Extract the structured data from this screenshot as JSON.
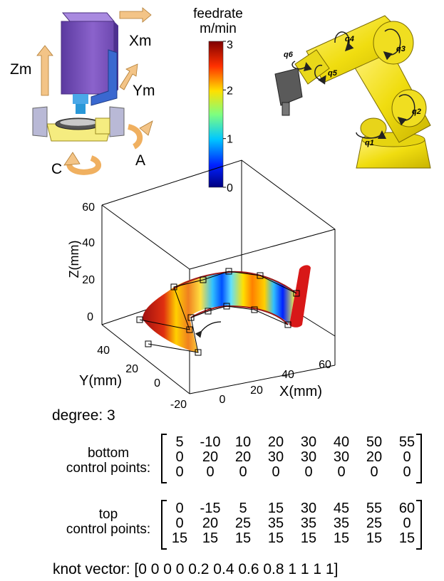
{
  "machine_tool": {
    "axis_labels": {
      "xm": "Xm",
      "ym": "Ym",
      "zm": "Zm",
      "c": "C",
      "a": "A"
    }
  },
  "robot": {
    "joint_labels": [
      "q1",
      "q2",
      "q3",
      "q4",
      "q5",
      "q6"
    ]
  },
  "colorbar": {
    "title_line1": "feedrate",
    "title_line2": "m/min",
    "ticks": [
      "3",
      "2",
      "1",
      "0"
    ],
    "range": [
      0,
      3
    ]
  },
  "plot3d": {
    "z_axis_label": "Z(mm)",
    "y_axis_label": "Y(mm)",
    "x_axis_label": "X(mm)",
    "z_ticks": [
      "60",
      "40",
      "20",
      "0"
    ],
    "y_ticks": [
      "40",
      "20",
      "0",
      "-20"
    ],
    "x_ticks": [
      "0",
      "20",
      "40",
      "60"
    ]
  },
  "spline": {
    "degree_text": "degree: 3",
    "bottom_label_line1": "bottom",
    "bottom_label_line2": "control points:",
    "bottom_rows": [
      [
        "5",
        "-10",
        "10",
        "20",
        "30",
        "40",
        "50",
        "55"
      ],
      [
        "0",
        "20",
        "20",
        "30",
        "30",
        "30",
        "20",
        "0"
      ],
      [
        "0",
        "0",
        "0",
        "0",
        "0",
        "0",
        "0",
        "0"
      ]
    ],
    "top_label_line1": "top",
    "top_label_line2": "control points:",
    "top_rows": [
      [
        "0",
        "-15",
        "5",
        "15",
        "30",
        "45",
        "55",
        "60"
      ],
      [
        "0",
        "20",
        "25",
        "35",
        "35",
        "35",
        "25",
        "0"
      ],
      [
        "15",
        "15",
        "15",
        "15",
        "15",
        "15",
        "15",
        "15"
      ]
    ],
    "knot_text": "knot vector: [0 0 0 0 0.2 0.4 0.6 0.8 1 1 1 1]"
  },
  "colors": {
    "machine_purple": "#8a5fc8",
    "machine_blue": "#2f5fbf",
    "arrow_orange": "#f0b060",
    "robot_yellow": "#f2e21a",
    "curve_red": "#9c1a1a"
  }
}
